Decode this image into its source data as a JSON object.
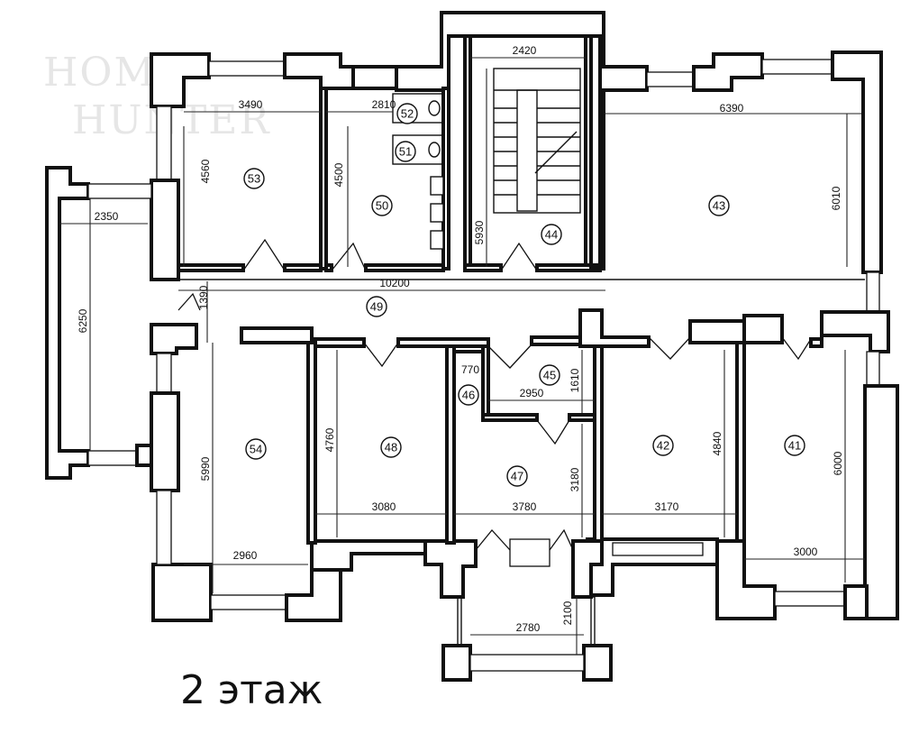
{
  "watermark": {
    "line1": "HOME",
    "line2": "HUNTER"
  },
  "floor_label": "2 этаж",
  "rooms": [
    "41",
    "42",
    "43",
    "44",
    "45",
    "46",
    "47",
    "48",
    "49",
    "50",
    "51",
    "52",
    "53",
    "54"
  ],
  "dimensions": {
    "r53_w": "3490",
    "r53_h": "4560",
    "r50_w": "2810",
    "r50_h": "4500",
    "r44_w": "2420",
    "r44_h": "5930",
    "r43_w": "6390",
    "r43_h": "6010",
    "balcony_w": "2350",
    "balcony_h": "6250",
    "corridor_w": "10200",
    "corridor_h": "1390",
    "r54_h": "5990",
    "r54_w": "2960",
    "r48_h": "4760",
    "r48_w": "3080",
    "r46_w": "770",
    "r45_w": "2950",
    "r45_h": "1610",
    "r47_w": "3780",
    "r47_h": "3180",
    "r42_h": "4840",
    "r42_w": "3170",
    "r41_h": "6000",
    "r41_w": "3000",
    "porch_w": "2780",
    "porch_h": "2100"
  }
}
